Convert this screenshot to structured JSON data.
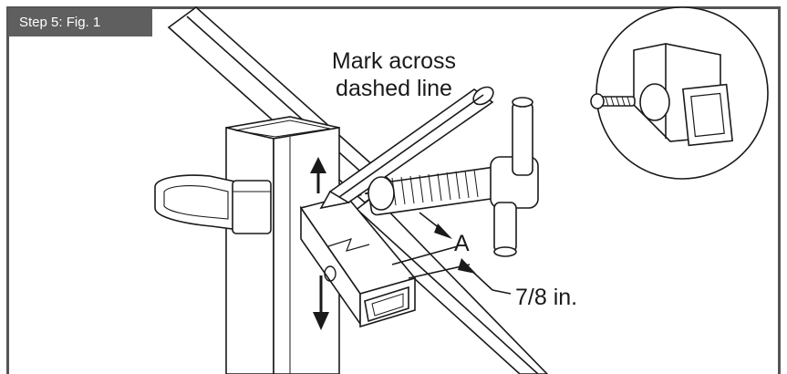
{
  "step_label": "Step 5:  Fig. 1",
  "instruction": {
    "line1": "Mark across",
    "line2": "dashed line"
  },
  "labels": {
    "a": "A",
    "dimension": "7/8 in."
  },
  "colors": {
    "frame": "#555555",
    "tab": "#5f5f5f",
    "line": "#1a1a1a"
  }
}
